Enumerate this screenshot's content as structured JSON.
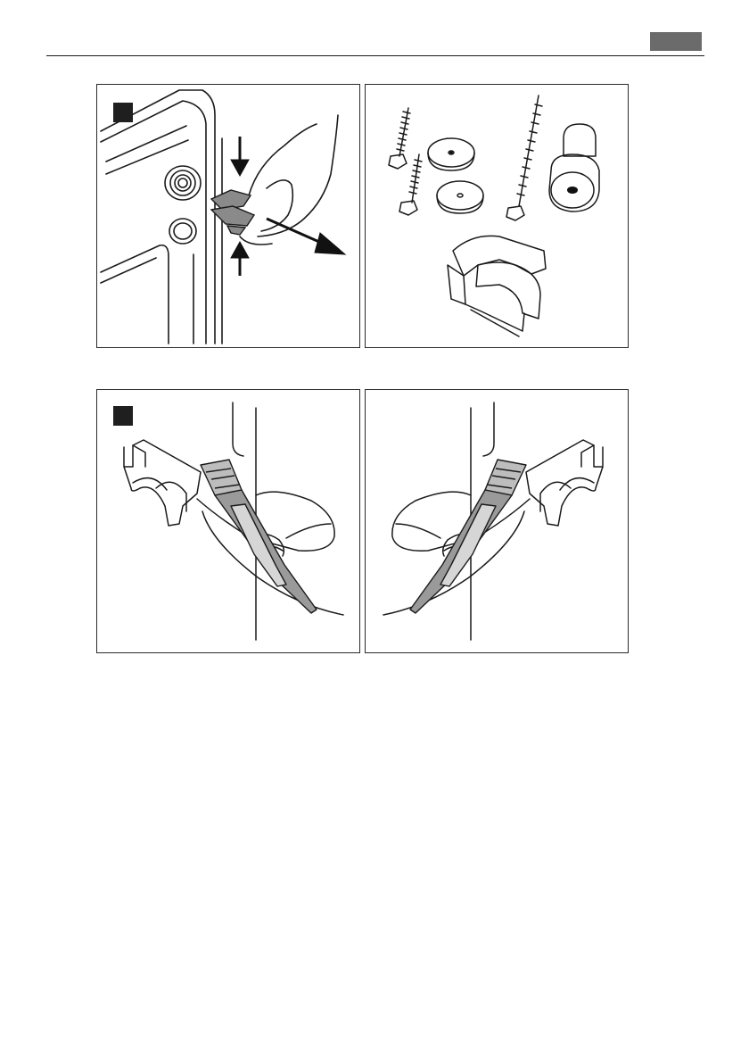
{
  "page": {
    "header_tab_color": "#6b6b6b",
    "marker_color": "#1f1f1f"
  },
  "figures": [
    {
      "id": "remove-transit-clip",
      "has_step_marker": true
    },
    {
      "id": "accessory-kit",
      "has_step_marker": false
    },
    {
      "id": "cut-bracket-left",
      "has_step_marker": true
    },
    {
      "id": "cut-bracket-right",
      "has_step_marker": false
    }
  ]
}
